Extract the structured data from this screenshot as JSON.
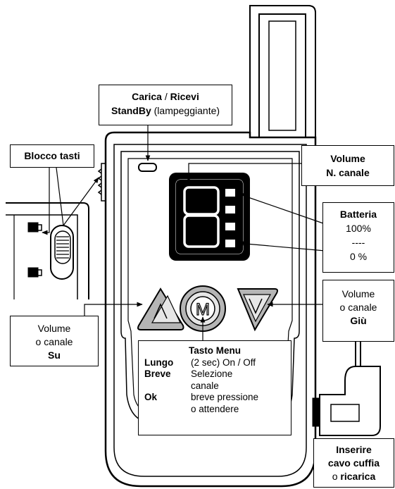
{
  "colors": {
    "outline": "#000000",
    "background": "#ffffff",
    "shade": "#b5b5b5",
    "light": "#e6e6e6"
  },
  "icons": {
    "menu_button": "M",
    "up_button": "triangle-up",
    "down_button": "triangle-down",
    "digit": "8"
  },
  "labels": {
    "charge": {
      "line1_bold_a": "Carica",
      "line1_sep": " / ",
      "line1_bold_b": "Ricevi",
      "line2_bold": "StandBy",
      "line2_rest": " (lampeggiante)"
    },
    "keylock": {
      "text": "Blocco tasti"
    },
    "volume_channel": {
      "line1": "Volume",
      "line2": "N. canale"
    },
    "battery": {
      "title": "Batteria",
      "full": "100%",
      "dash": "----",
      "empty": "0 %"
    },
    "volume_down": {
      "line1": "Volume",
      "line2": "o canale",
      "line3": "Giù"
    },
    "volume_up": {
      "line1": "Volume",
      "line2": "o canale",
      "line3": "Su"
    },
    "menu": {
      "title": "Tasto Menu",
      "long_key": "Lungo",
      "long_val": "(2 sec) On / Off",
      "short_key": "Breve",
      "short_val1": "Selezione",
      "short_val2": "canale",
      "ok_key": "Ok",
      "ok_val1": "breve pressione",
      "ok_val2": "o attendere"
    },
    "cable": {
      "line1": "Inserire",
      "line2": "cavo cuffia",
      "line3_pre": "o ",
      "line3_bold": "ricarica"
    }
  }
}
